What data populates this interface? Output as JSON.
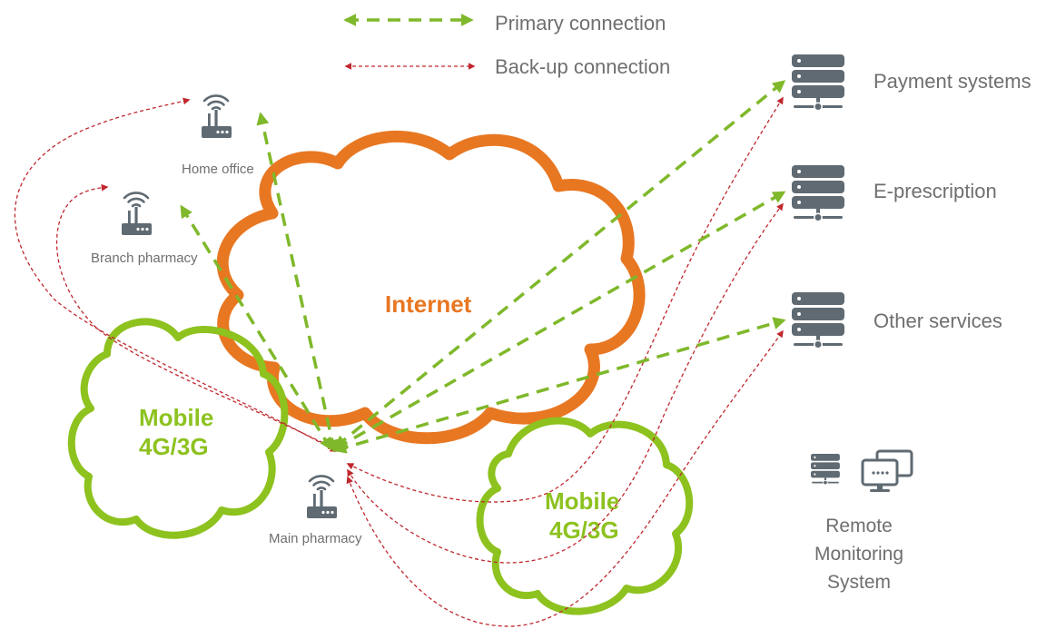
{
  "legend": {
    "primary_label": "Primary connection",
    "backup_label": "Back-up connection"
  },
  "clouds": {
    "internet_label": "Internet",
    "mobile_left_line1": "Mobile",
    "mobile_left_line2": "4G/3G",
    "mobile_right_line1": "Mobile",
    "mobile_right_line2": "4G/3G"
  },
  "nodes": {
    "home_office": "Home office",
    "branch_pharmacy": "Branch pharmacy",
    "main_pharmacy": "Main pharmacy"
  },
  "services": {
    "payment": "Payment systems",
    "eprescription": "E-prescription",
    "other": "Other services"
  },
  "monitoring": {
    "line1": "Remote",
    "line2": "Monitoring",
    "line3": "System"
  },
  "colors": {
    "primary": "#7fb82a",
    "backup": "#c0272d",
    "internet_cloud": "#e87722",
    "mobile_cloud": "#8dc21f",
    "device": "#5f6a72"
  }
}
